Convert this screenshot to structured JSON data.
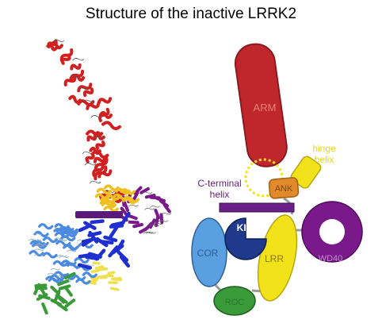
{
  "title": "Structure of the inactive LRRK2",
  "domains": {
    "arm": {
      "label": "ARM",
      "color": "#c0272d",
      "label_color": "#e88080"
    },
    "ank": {
      "label": "ANK",
      "color": "#e08a2a",
      "label_color": "#7a4a10"
    },
    "hinge": {
      "label": "hinge\nhelix",
      "line1": "hinge",
      "line2": "helix",
      "color": "#f2e21a",
      "label_color": "#f2e21a"
    },
    "c_terminal": {
      "line1": "C-terminal",
      "line2": "helix",
      "color": "#6a1f86",
      "label_color": "#6a1f86"
    },
    "kin": {
      "label": "KIN",
      "color": "#1f3a8a",
      "label_color": "#ffffff"
    },
    "cor": {
      "label": "COR",
      "color": "#5aa0e0",
      "label_color": "#2c5f95"
    },
    "lrr": {
      "label": "LRR",
      "color": "#f2e21a",
      "label_color": "#8a7a10"
    },
    "wd40": {
      "label": "WD40",
      "color": "#7a1a8a",
      "label_color": "#c08acb"
    },
    "roc": {
      "label": "ROC",
      "color": "#3a9a3a",
      "label_color": "#2a7a2a"
    }
  },
  "structure_colors": {
    "arm_region": "#d21f1f",
    "ank_region": "#f0c020",
    "wd40_region": "#7a1a8a",
    "kin_region": "#1f2fd0",
    "cor_region": "#4a8ae0",
    "lrr_region": "#f0e050",
    "roc_region": "#3a9a3a",
    "c_helix": "#5a1a7a"
  }
}
